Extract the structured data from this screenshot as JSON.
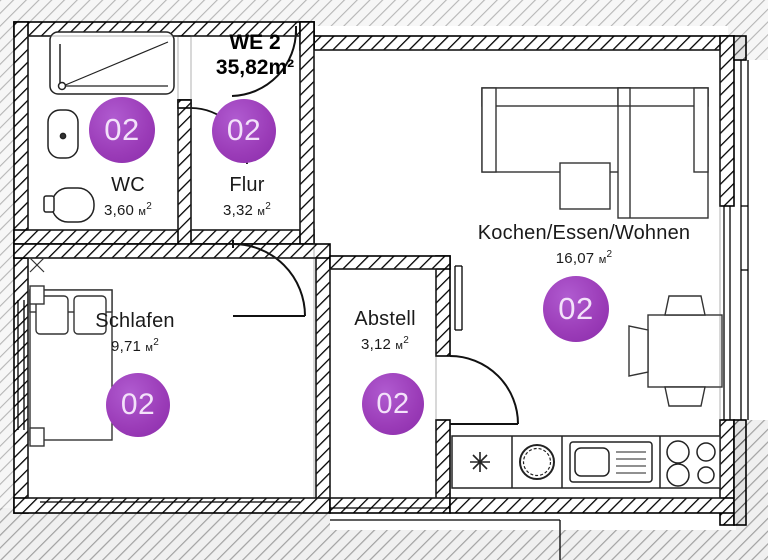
{
  "drawing": {
    "kind": "architectural-floor-plan",
    "title_block": {
      "unit_label": "WE 2",
      "total_area": "35,82m²"
    },
    "colors": {
      "badge_fill": "#9b3cb8",
      "badge_fill_light": "#b05bd0",
      "badge_text": "#f3e2fa",
      "wall_stroke": "#000000",
      "furniture_stroke": "#222222",
      "paper": "#ffffff"
    },
    "rooms": [
      {
        "key": "wc",
        "name": "WC",
        "area": "3,60",
        "unit": "м",
        "sup": "2",
        "badge": "02"
      },
      {
        "key": "flur",
        "name": "Flur",
        "area": "3,32",
        "unit": "м",
        "sup": "2",
        "badge": "02"
      },
      {
        "key": "wohnen",
        "name": "Kochen/Essen/Wohnen",
        "area": "16,07",
        "unit": "м",
        "sup": "2",
        "badge": "02"
      },
      {
        "key": "schlafen",
        "name": "Schlafen",
        "area": "9,71",
        "unit": "м",
        "sup": "2",
        "badge": "02"
      },
      {
        "key": "abstell",
        "name": "Abstell",
        "area": "3,12",
        "unit": "м",
        "sup": "2",
        "badge": "02"
      }
    ],
    "fixtures": [
      {
        "key": "bathtub",
        "label": "bathtub"
      },
      {
        "key": "washbasin",
        "label": "washbasin"
      },
      {
        "key": "toilet",
        "label": "toilet"
      },
      {
        "key": "sofa",
        "label": "sectional-sofa"
      },
      {
        "key": "coffee-table",
        "label": "coffee-table"
      },
      {
        "key": "dining-table",
        "label": "dining-table-four-chairs"
      },
      {
        "key": "bed",
        "label": "double-bed"
      },
      {
        "key": "kitchen-star",
        "label": "ceiling-outlet-symbol"
      },
      {
        "key": "washer",
        "label": "washing-machine"
      },
      {
        "key": "kitchen-sink",
        "label": "kitchen-sink-with-drainer"
      },
      {
        "key": "cooktop",
        "label": "four-burner-cooktop"
      }
    ]
  }
}
